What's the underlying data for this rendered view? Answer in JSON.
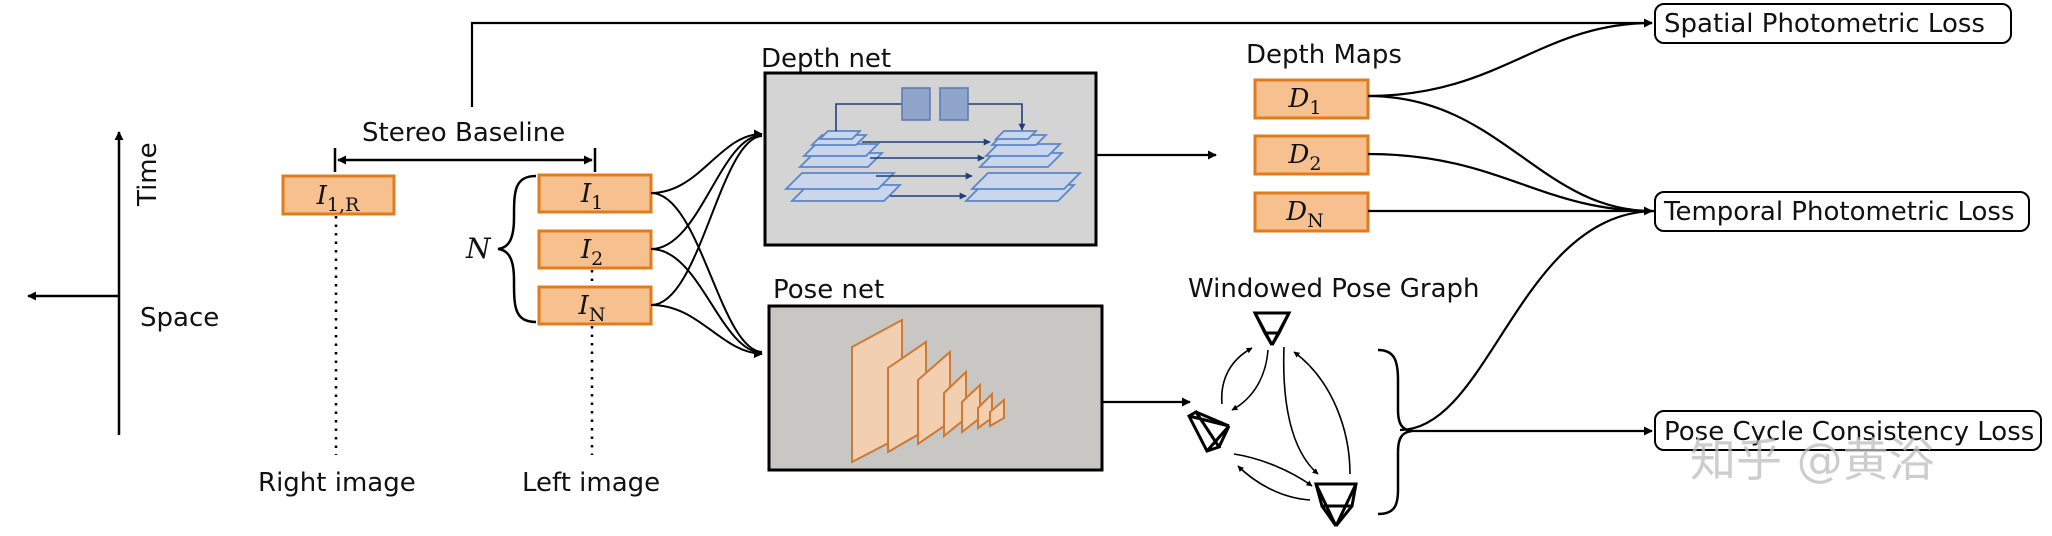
{
  "axes": {
    "time": "Time",
    "space": "Space"
  },
  "stereo_baseline": "Stereo Baseline",
  "frames": {
    "right": {
      "base": "I",
      "sub": "1,R"
    },
    "left": [
      {
        "base": "I",
        "sub": "1"
      },
      {
        "base": "I",
        "sub": "2"
      },
      {
        "base": "I",
        "sub": "N"
      }
    ],
    "brace_label": "N"
  },
  "image_labels": {
    "right": "Right image",
    "left": "Left image"
  },
  "networks": {
    "depth": "Depth net",
    "pose": "Pose net"
  },
  "depth_maps": {
    "title": "Depth Maps",
    "items": [
      {
        "base": "D",
        "sub": "1"
      },
      {
        "base": "D",
        "sub": "2"
      },
      {
        "base": "D",
        "sub": "N"
      }
    ]
  },
  "pose_graph": {
    "title": "Windowed Pose Graph"
  },
  "losses": {
    "spatial": "Spatial Photometric Loss",
    "temporal": "Temporal Photometric Loss",
    "pose_cycle": "Pose Cycle Consistency Loss"
  },
  "watermark": "知乎 @黄浴",
  "colors": {
    "frame_fill": "#f6c08f",
    "frame_stroke": "#e07b1e",
    "net_fill": "#d4d4d4",
    "pose_fill": "#c9c7c3",
    "layer_fill": "#c9d6ec",
    "layer_stroke": "#5b86c9",
    "pose_layer_fill": "#f2cfb0",
    "pose_layer_stroke": "#cc7a35",
    "line": "#000000"
  }
}
